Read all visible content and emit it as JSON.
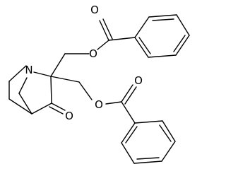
{
  "molecule": {
    "atoms": {
      "nitrogen": "N",
      "ketone_oxygen": "O",
      "ester_oxygen_1": "O",
      "carbonyl_oxygen_1": "O",
      "ester_oxygen_2": "O",
      "carbonyl_oxygen_2": "O"
    }
  }
}
